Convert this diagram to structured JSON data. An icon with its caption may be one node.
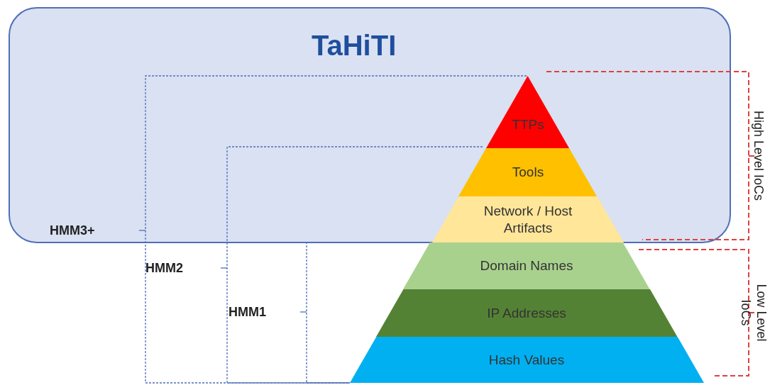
{
  "diagram": {
    "nodes": [
      {
        "text": [
          "TaHiTI"
        ]
      },
      {
        "text": [
          "TTPs"
        ],
        "in": 0
      },
      {
        "text": [
          "Tools"
        ],
        "in": 0
      },
      {
        "text": [
          "Network / Host Artifacts"
        ],
        "in": 0
      },
      {
        "text": [
          "Domain Names"
        ]
      },
      {
        "text": [
          "IP Addresses"
        ]
      },
      {
        "text": [
          "Hash Values"
        ]
      }
    ],
    "edges": [],
    "labels": [
      "HMM3+",
      "HMM2",
      "HMM1",
      "High Level IoCs",
      "Low Level IoCs"
    ]
  }
}
